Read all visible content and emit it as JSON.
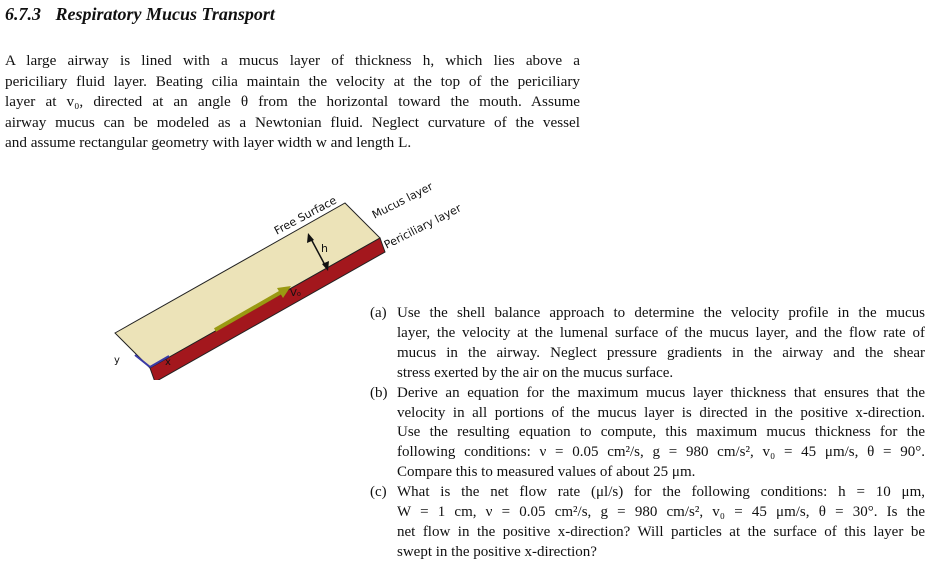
{
  "section": {
    "number": "6.7.3",
    "title": "Respiratory Mucus Transport"
  },
  "intro": {
    "lines": [
      "A large airway is lined with a mucus layer of thickness h, which lies above a",
      "periciliary fluid layer. Beating cilia maintain the velocity at the top of the periciliary",
      "layer at v₀, directed at an angle θ from the horizontal toward the mouth. Assume",
      "airway mucus can be modeled as a Newtonian fluid. Neglect curvature of the vessel",
      "and assume rectangular geometry with layer width w and length L."
    ]
  },
  "figure": {
    "labels": {
      "free_surface": "Free Surface",
      "mucus_layer": "Mucus layer",
      "periciliary_layer": "Periciliary layer",
      "h": "h",
      "v0": "V₀",
      "x": "x",
      "y": "y"
    },
    "colors": {
      "mucus": "#ece3b8",
      "periciliary": "#a3171d",
      "arrow_v0": "#9a9a12",
      "axes": "#3a3aa6",
      "outline": "#222222"
    }
  },
  "questions": [
    {
      "label": "(a)",
      "lines": [
        "Use the shell balance approach to determine the velocity profile in the mucus",
        "layer, the velocity at the lumenal surface of the mucus layer, and the flow rate of",
        "mucus in the airway. Neglect pressure gradients in the airway and the shear",
        "stress exerted by the air on the mucus surface."
      ]
    },
    {
      "label": "(b)",
      "lines": [
        "Derive an equation for the maximum mucus layer thickness that ensures that the",
        "velocity in all portions of the mucus layer is directed in the positive x-direction.",
        "Use the resulting equation to compute, this maximum mucus thickness for the",
        "following conditions: ν = 0.05 cm²/s, g = 980 cm/s², v₀ = 45 μm/s, θ = 90°.",
        "Compare this to measured values of about 25 μm."
      ]
    },
    {
      "label": "(c)",
      "lines": [
        "What is the net flow rate (μl/s) for the following conditions: h = 10 μm,",
        "W = 1 cm, ν = 0.05 cm²/s, g = 980 cm/s², v₀ = 45 μm/s, θ = 30°. Is the",
        "net flow in the positive x-direction? Will particles at the surface of this layer be",
        "swept in the positive x-direction?"
      ]
    }
  ]
}
